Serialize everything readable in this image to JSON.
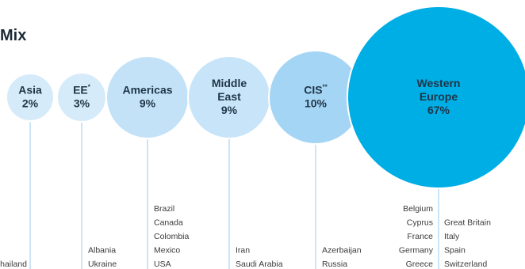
{
  "title": "Mix",
  "chart_data": {
    "type": "bubble",
    "series": [
      {
        "region": "Asia",
        "marker": "",
        "share": 2,
        "label": "2%",
        "color": "#d6ebfa",
        "countries": [
          "Thailand"
        ]
      },
      {
        "region": "EE",
        "marker": "*",
        "share": 3,
        "label": "3%",
        "color": "#d6ebfa",
        "countries": [
          "Albania",
          "Ukraine"
        ]
      },
      {
        "region": "Americas",
        "marker": "",
        "share": 9,
        "label": "9%",
        "color": "#c3e2f8",
        "countries": [
          "Brazil",
          "Canada",
          "Colombia",
          "Mexico",
          "USA"
        ]
      },
      {
        "region": "Middle East",
        "marker": "",
        "share": 9,
        "label": "9%",
        "color": "#c8e4f9",
        "countries": [
          "Iran",
          "Saudi Arabia"
        ]
      },
      {
        "region": "CIS",
        "marker": "**",
        "share": 10,
        "label": "10%",
        "color": "#a5d5f4",
        "countries": [
          "Azerbaijan",
          "Russia"
        ]
      },
      {
        "region": "Western Europe",
        "marker": "",
        "share": 67,
        "label": "67%",
        "color": "#00aee6",
        "countries": [
          "Belgium",
          "Cyprus",
          "France",
          "Germany",
          "Greece",
          "Great Britain",
          "Italy",
          "Spain",
          "Switzerland"
        ]
      }
    ]
  }
}
